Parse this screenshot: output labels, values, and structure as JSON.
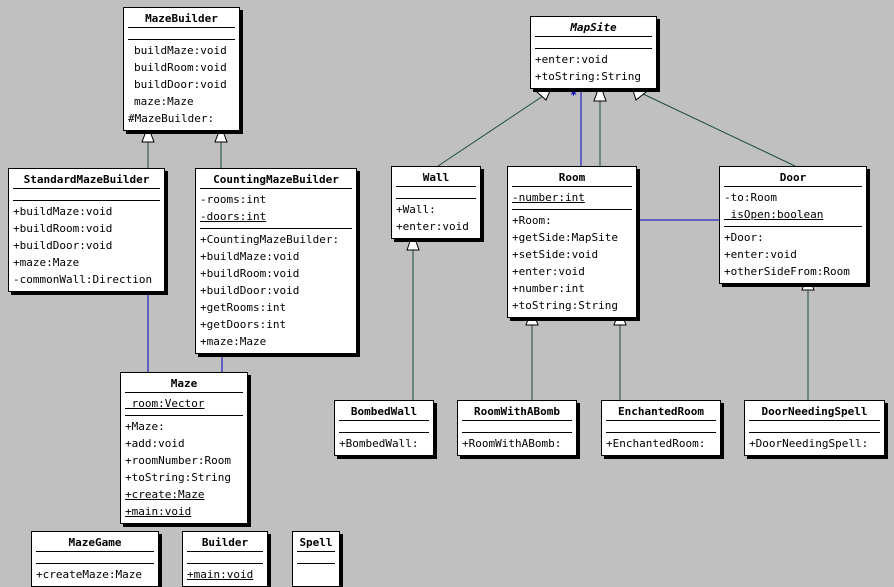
{
  "classes": {
    "mazebuilder": {
      "name": "MazeBuilder",
      "attrs": [],
      "ops": [
        "buildMaze:void",
        "buildRoom:void",
        "buildDoor:void",
        "maze:Maze",
        "#MazeBuilder:"
      ]
    },
    "standardmazebuilder": {
      "name": "StandardMazeBuilder",
      "attrs": [],
      "ops": [
        "+buildMaze:void",
        "+buildRoom:void",
        "+buildDoor:void",
        "+maze:Maze",
        "-commonWall:Direction"
      ]
    },
    "countingmazebuilder": {
      "name": "CountingMazeBuilder",
      "attrs": [
        "-rooms:int",
        "-doors:int"
      ],
      "ops": [
        "+CountingMazeBuilder:",
        "+buildMaze:void",
        "+buildRoom:void",
        "+buildDoor:void",
        "+getRooms:int",
        "+getDoors:int",
        "+maze:Maze"
      ]
    },
    "maze": {
      "name": "Maze",
      "attrs": [
        " room:Vector"
      ],
      "ops": [
        "+Maze:",
        "+add:void",
        "+roomNumber:Room",
        "+toString:String",
        "+create:Maze",
        "+main:void"
      ]
    },
    "mapsite": {
      "name": "MapSite",
      "attrs": [],
      "ops": [
        "+enter:void",
        "+toString:String"
      ]
    },
    "wall": {
      "name": "Wall",
      "attrs": [],
      "ops": [
        "+Wall:",
        "+enter:void"
      ]
    },
    "room": {
      "name": "Room",
      "attrs": [
        "-number:int"
      ],
      "ops": [
        "+Room:",
        "+getSide:MapSite",
        "+setSide:void",
        "+enter:void",
        "+number:int",
        "+toString:String"
      ]
    },
    "door": {
      "name": "Door",
      "attrs": [
        "-to:Room",
        " isOpen:boolean"
      ],
      "ops": [
        "+Door:",
        "+enter:void",
        "+otherSideFrom:Room"
      ]
    },
    "bombedwall": {
      "name": "BombedWall",
      "attrs": [],
      "ops": [
        "+BombedWall:"
      ]
    },
    "roomwithabomb": {
      "name": "RoomWithABomb",
      "attrs": [],
      "ops": [
        "+RoomWithABomb:"
      ]
    },
    "enchantedroom": {
      "name": "EnchantedRoom",
      "attrs": [],
      "ops": [
        "+EnchantedRoom:"
      ]
    },
    "doorneedingspell": {
      "name": "DoorNeedingSpell",
      "attrs": [],
      "ops": [
        "+DoorNeedingSpell:"
      ]
    },
    "mazegame": {
      "name": "MazeGame",
      "attrs": [],
      "ops": [
        "+createMaze:Maze"
      ]
    },
    "builder": {
      "name": "Builder",
      "attrs": [],
      "ops": [
        "+main:void"
      ]
    },
    "spell": {
      "name": "Spell",
      "attrs": [],
      "ops": []
    }
  },
  "multiplicity": "*",
  "colors": {
    "background": "#c0c0c0",
    "inheritance": "#1d4a3a",
    "association": "#0000c0"
  }
}
